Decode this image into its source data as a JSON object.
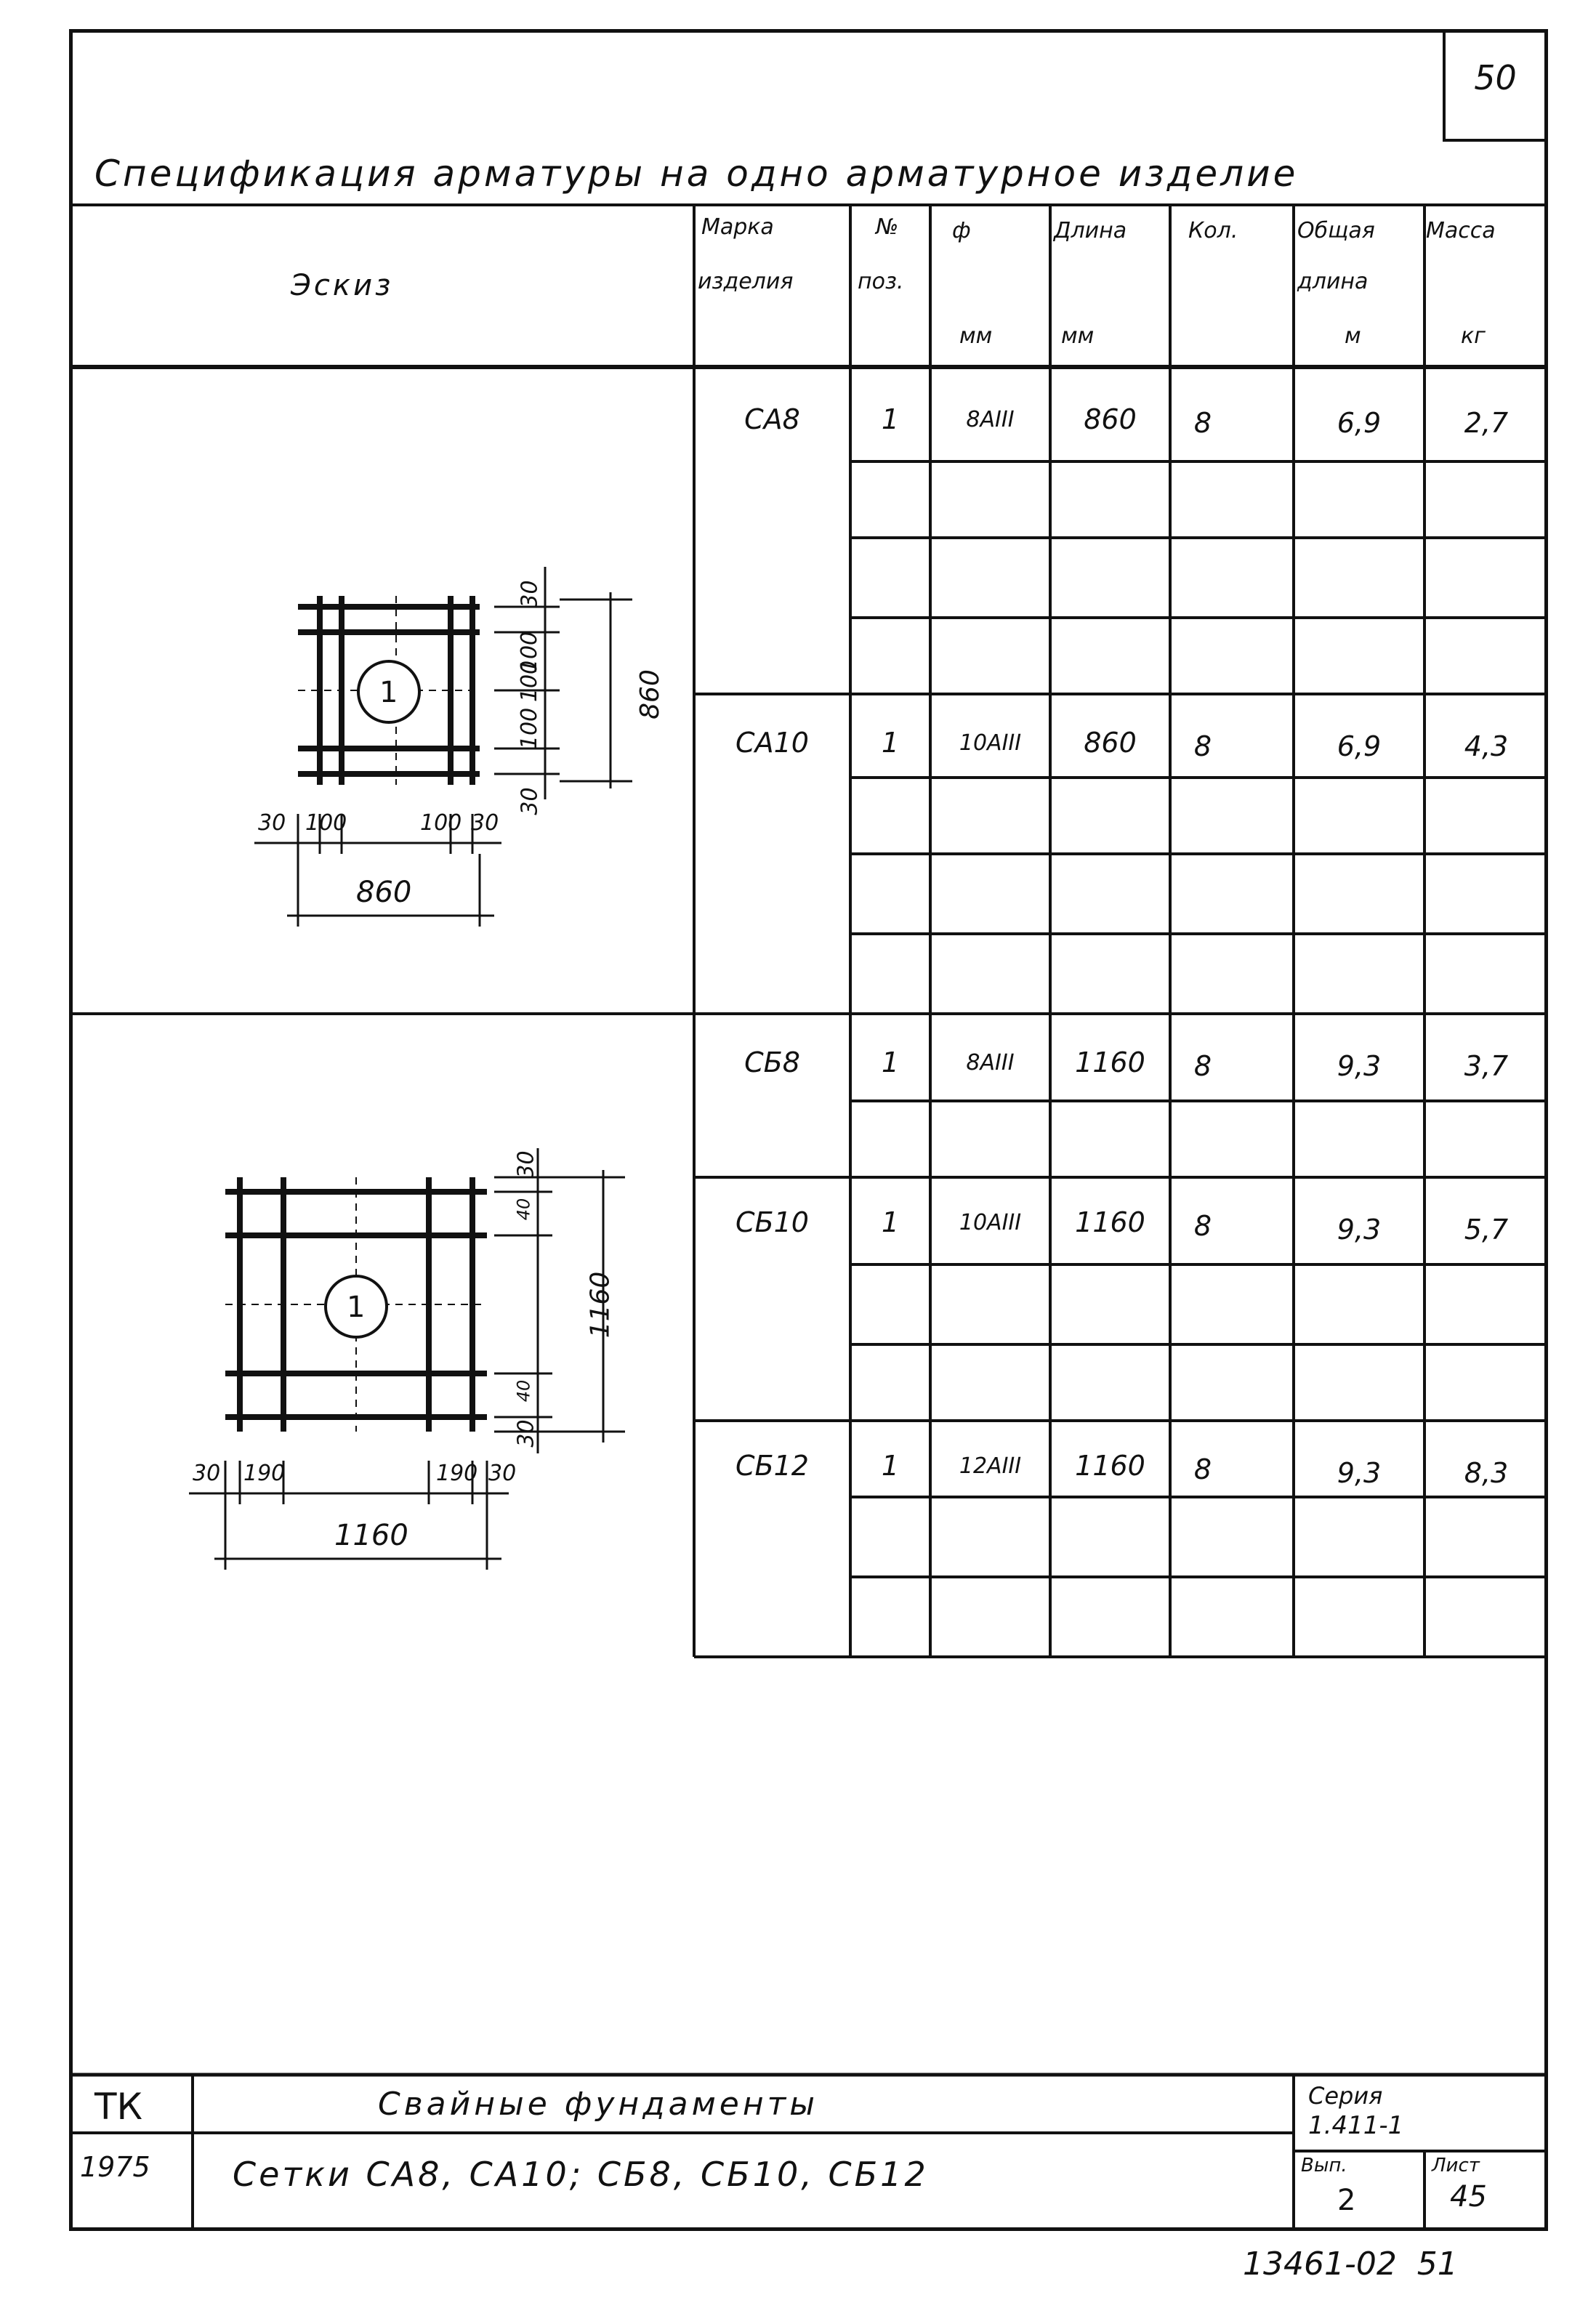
{
  "page_number": "50",
  "title": "Спецификация арматуры на одно арматурное изделие",
  "headers": {
    "sketch": "Эскиз",
    "mark_line1": "Марка",
    "mark_line2": "изделия",
    "pos_line1": "№",
    "pos_line2": "поз.",
    "dia_line1": "ф",
    "dia_unit": "мм",
    "len_line1": "Длина",
    "len_unit": "мм",
    "qty": "Кол.",
    "total_line1": "Общая",
    "total_line2": "длина",
    "total_unit": "м",
    "mass": "Масса",
    "mass_unit": "кг"
  },
  "rows": [
    {
      "mark": "СА8",
      "pos": "1",
      "dia": "8АIII",
      "len": "860",
      "qty": "8",
      "total": "6,9",
      "mass": "2,7"
    },
    {
      "mark": "СА10",
      "pos": "1",
      "dia": "10АIII",
      "len": "860",
      "qty": "8",
      "total": "6,9",
      "mass": "4,3"
    },
    {
      "mark": "СБ8",
      "pos": "1",
      "dia": "8АIII",
      "len": "1160",
      "qty": "8",
      "total": "9,3",
      "mass": "3,7"
    },
    {
      "mark": "СБ10",
      "pos": "1",
      "dia": "10АIII",
      "len": "1160",
      "qty": "8",
      "total": "9,3",
      "mass": "5,7"
    },
    {
      "mark": "СБ12",
      "pos": "1",
      "dia": "12АIII",
      "len": "1160",
      "qty": "8",
      "total": "9,3",
      "mass": "8,3"
    }
  ],
  "sketch_a": {
    "pos_label": "1",
    "dim_total": "860",
    "side_total": "860",
    "dims_bottom": [
      "30",
      "100",
      "100",
      "30"
    ],
    "dims_right": [
      "30",
      "100",
      "100",
      "100",
      "30"
    ]
  },
  "sketch_b": {
    "pos_label": "1",
    "dim_total": "1160",
    "side_total": "1160",
    "dims_bottom": [
      "30",
      "190",
      "190",
      "30"
    ],
    "dims_right": [
      "30",
      "40",
      "40",
      "30"
    ]
  },
  "title_block": {
    "org": "ТК",
    "year": "1975",
    "subject": "Свайные фундаменты",
    "sheet_title": "Сетки СА8, СА10; СБ8, СБ10, СБ12",
    "series_label": "Серия",
    "series_value": "1.411-1",
    "issue_label": "Вып.",
    "issue_value": "2",
    "sheet_label": "Лист",
    "sheet_value": "45"
  },
  "archive_number": "13461-02  51"
}
